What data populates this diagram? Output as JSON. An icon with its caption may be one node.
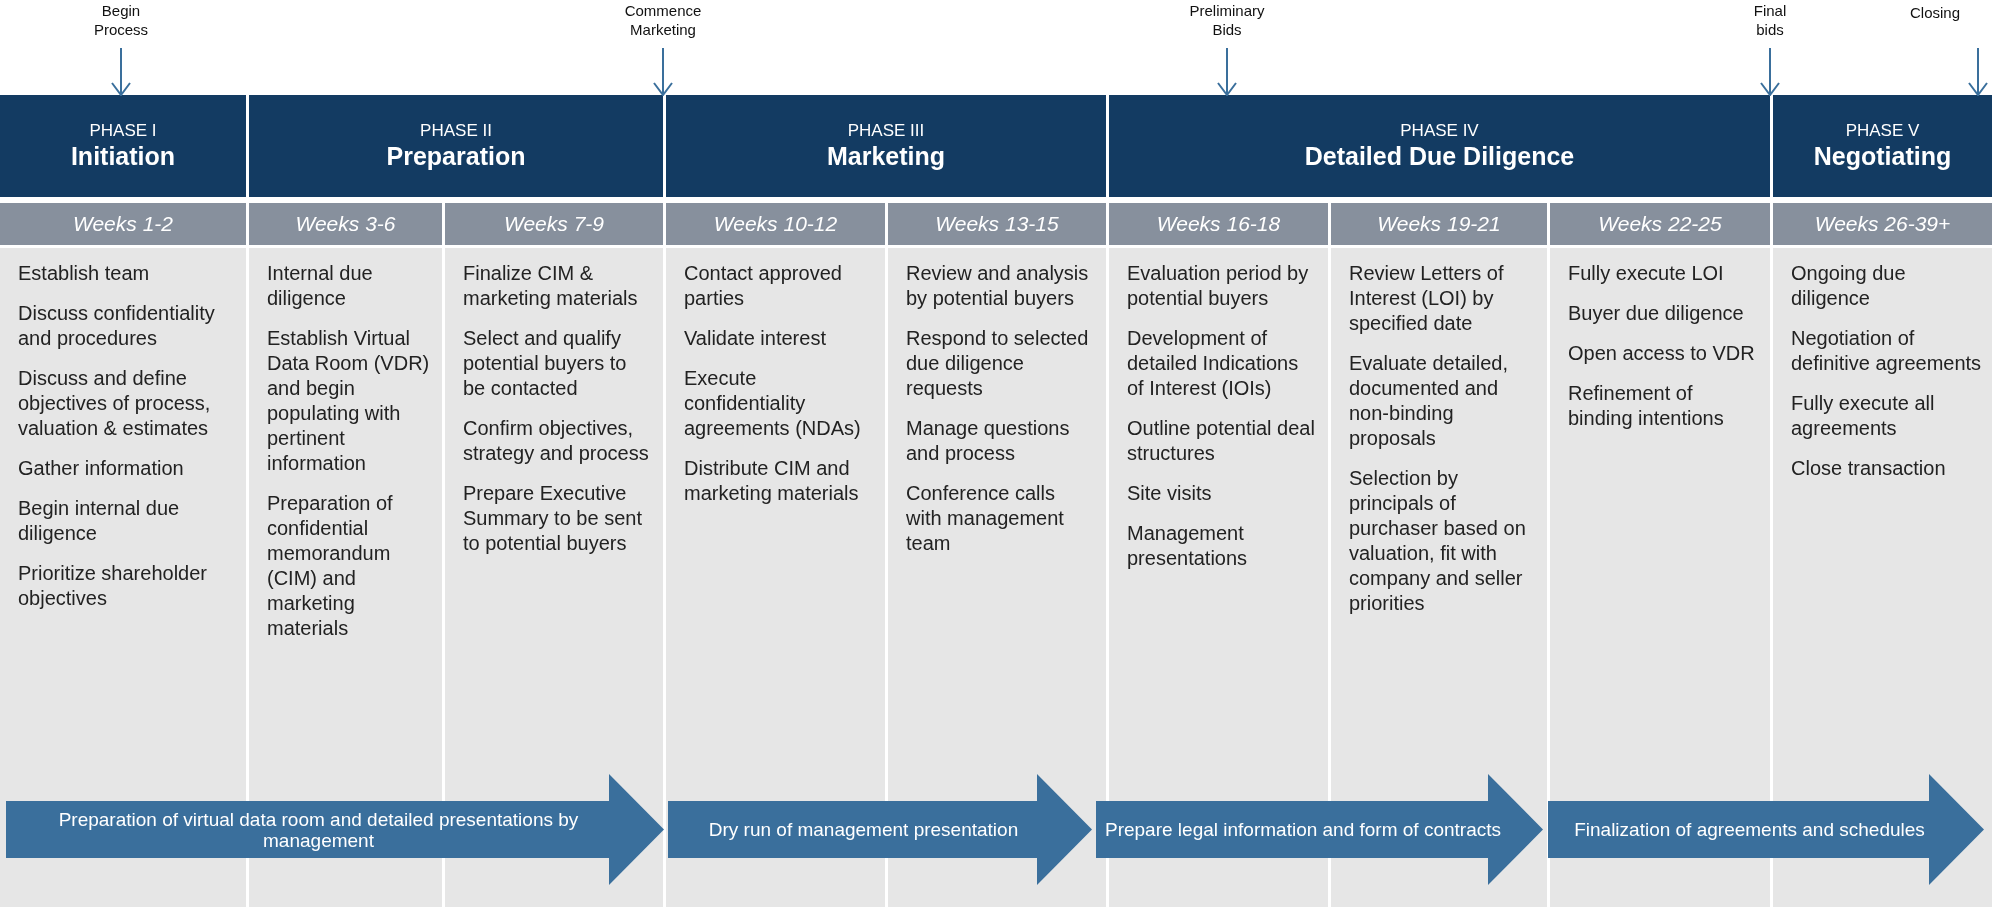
{
  "diagram": {
    "nodes": [
      {
        "text": [
          "Begin Process"
        ]
      },
      {
        "text": [
          "Commence Marketing"
        ]
      },
      {
        "text": [
          "Preliminary Bids"
        ]
      },
      {
        "text": [
          "Final bids"
        ]
      },
      {
        "text": [
          "Closing"
        ]
      },
      {
        "text": [
          "PHASE I",
          "Initiation"
        ]
      },
      {
        "text": [
          "PHASE II",
          "Preparation"
        ]
      },
      {
        "text": [
          "PHASE III",
          "Marketing"
        ]
      },
      {
        "text": [
          "PHASE IV",
          "Detailed Due Diligence"
        ]
      },
      {
        "text": [
          "PHASE V",
          "Negotiating"
        ]
      },
      {
        "text": [
          "Weeks 1-2",
          "Establish team",
          "Discuss confidentiality and procedures",
          "Discuss and define objectives of process, valuation & estimates",
          "Gather information",
          "Begin internal due diligence",
          "Prioritize shareholder objectives"
        ]
      },
      {
        "text": [
          "Weeks 3-6",
          "Internal due diligence",
          "Establish Virtual Data Room (VDR) and begin populating with pertinent information",
          "Preparation of confidential memorandum (CIM) and marketing materials"
        ]
      },
      {
        "text": [
          "Weeks 7-9",
          "Finalize CIM & marketing materials",
          "Select and qualify potential buyers to be contacted",
          "Confirm objectives, strategy and process",
          "Prepare Executive Summary to be sent to potential buyers"
        ]
      },
      {
        "text": [
          "Weeks 10-12",
          "Contact approved parties",
          "Validate interest",
          "Execute confidentiality agreements (NDAs)",
          "Distribute CIM and marketing materials"
        ]
      },
      {
        "text": [
          "Weeks 13-15",
          "Review and analysis by potential buyers",
          "Respond to selected due diligence requests",
          "Manage questions and process",
          "Conference calls with management team"
        ]
      },
      {
        "text": [
          "Weeks 16-18",
          "Evaluation period by potential buyers",
          "Development of detailed Indications of Interest (IOIs)",
          "Outline potential deal structures",
          "Site visits",
          "Management presentations"
        ]
      },
      {
        "text": [
          "Weeks 19-21",
          "Review Letters of Interest (LOI) by specified date",
          "Evaluate detailed, documented and non-binding proposals",
          "Selection by principals of purchaser based on valuation, fit with company and seller priorities"
        ]
      },
      {
        "text": [
          "Weeks 22-25",
          "Fully execute LOI",
          "Buyer due diligence",
          "Open access to VDR",
          "Refinement of binding intentions"
        ]
      },
      {
        "text": [
          "Weeks 26-39+",
          "Ongoing due diligence",
          "Negotiation of definitive agreements",
          "Fully execute all agreements",
          "Close transaction"
        ]
      },
      {
        "text": [
          "Preparation of virtual data room and detailed presentations by management"
        ]
      },
      {
        "text": [
          "Dry run of management presentation"
        ]
      },
      {
        "text": [
          "Prepare legal information and form of contracts"
        ]
      },
      {
        "text": [
          "Finalization of agreements and schedules"
        ]
      }
    ],
    "edges": [
      {
        "from": 0,
        "to": 5,
        "arrow": "to"
      },
      {
        "from": 1,
        "to": 6,
        "arrow": "to"
      },
      {
        "from": 2,
        "to": 8,
        "arrow": "to"
      },
      {
        "from": 3,
        "to": 9,
        "arrow": "to"
      },
      {
        "from": 4,
        "to": 9,
        "arrow": "to"
      }
    ]
  }
}
